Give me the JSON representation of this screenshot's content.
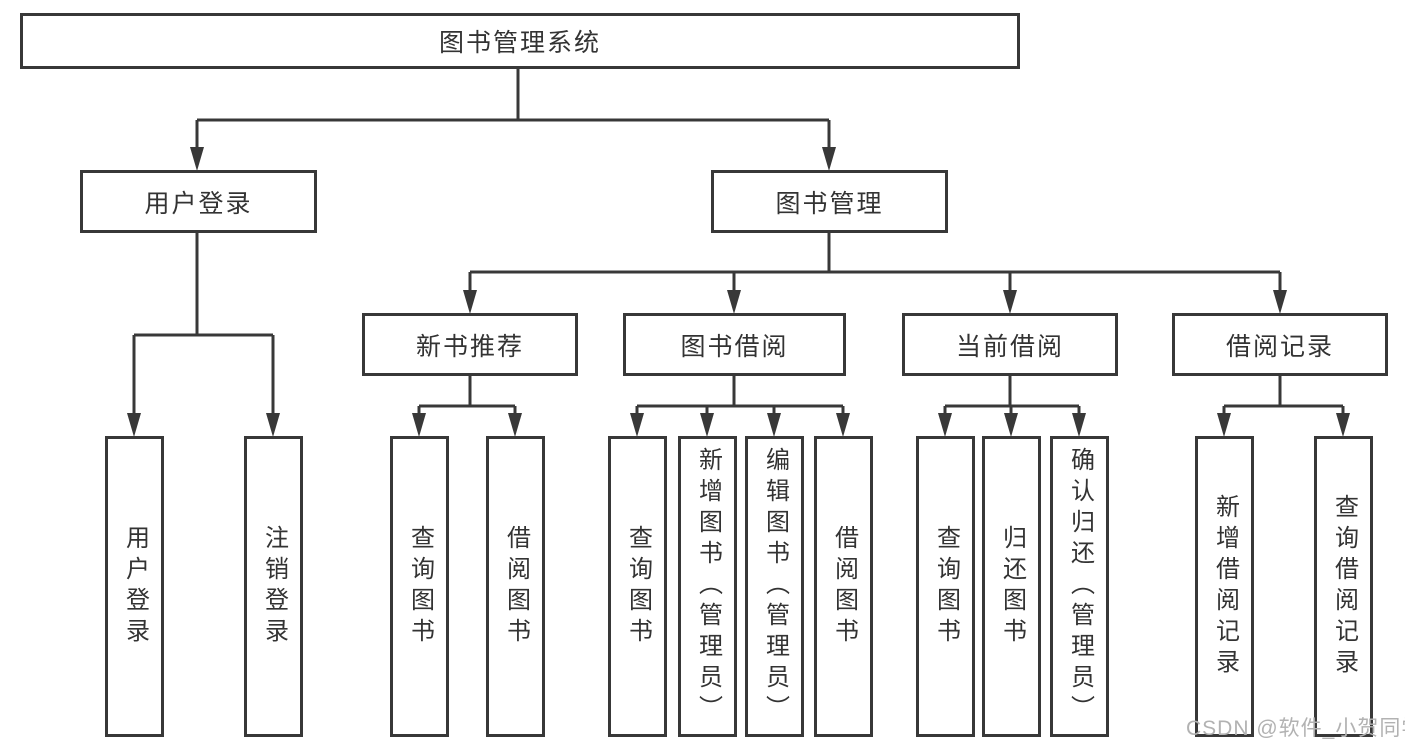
{
  "colors": {
    "line": "#383838",
    "text": "#333333",
    "box_background": "#ffffff",
    "watermark": "#b2b2b2"
  },
  "tree": {
    "label": "图书管理系统",
    "children": [
      {
        "label": "用户登录",
        "children": [
          {
            "label": "用户登录"
          },
          {
            "label": "注销登录"
          }
        ]
      },
      {
        "label": "图书管理",
        "children": [
          {
            "label": "新书推荐",
            "children": [
              {
                "label": "查询图书"
              },
              {
                "label": "借阅图书"
              }
            ]
          },
          {
            "label": "图书借阅",
            "children": [
              {
                "label": "查询图书"
              },
              {
                "label": "新增图书（管理员）"
              },
              {
                "label": "编辑图书（管理员）"
              },
              {
                "label": "借阅图书"
              }
            ]
          },
          {
            "label": "当前借阅",
            "children": [
              {
                "label": "查询图书"
              },
              {
                "label": "归还图书"
              },
              {
                "label": "确认归还（管理员）"
              }
            ]
          },
          {
            "label": "借阅记录",
            "children": [
              {
                "label": "新增借阅记录"
              },
              {
                "label": "查询借阅记录"
              }
            ]
          }
        ]
      }
    ]
  },
  "watermark": {
    "text": "CSDN @软件_小贺同学"
  }
}
